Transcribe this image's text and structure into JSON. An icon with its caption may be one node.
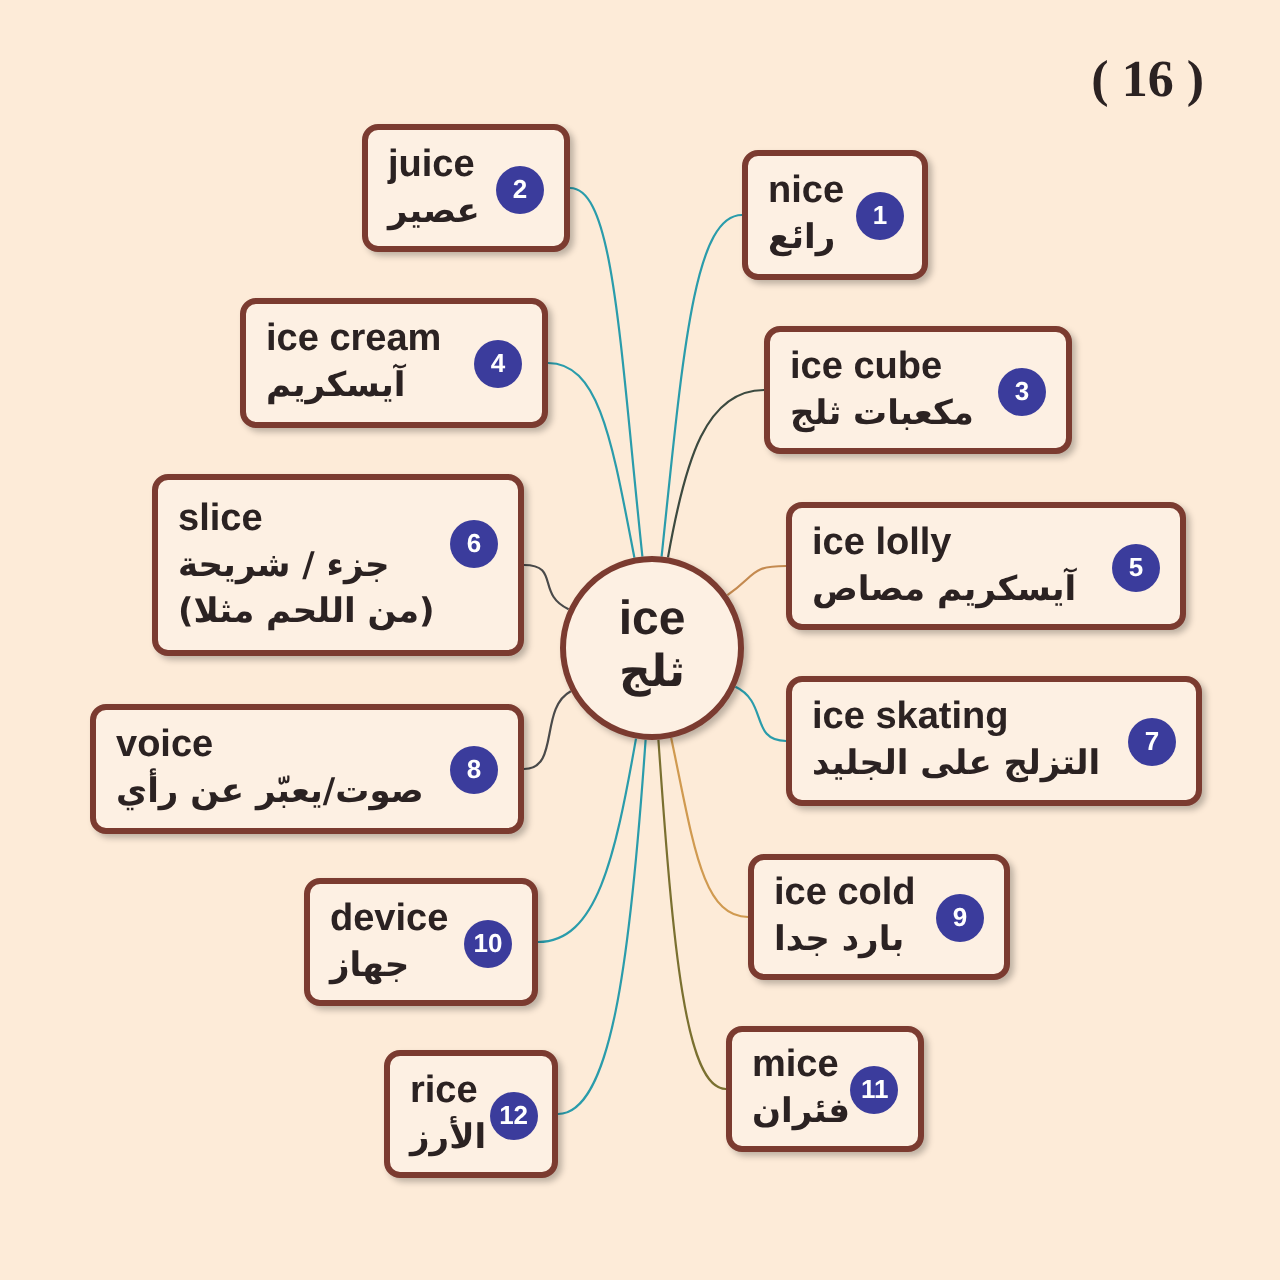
{
  "diagram": {
    "nodes": [
      {
        "text": [
          "ice",
          "ثلج"
        ]
      },
      {
        "text": [
          "nice",
          "1",
          "رائع"
        ]
      },
      {
        "text": [
          "juice",
          "2",
          "عصير"
        ]
      },
      {
        "text": [
          "ice cube",
          "3",
          "مكعبات ثلج"
        ]
      },
      {
        "text": [
          "ice cream",
          "4",
          "آيسكريم"
        ]
      },
      {
        "text": [
          "ice lolly",
          "5",
          "آيسكريم مصاص"
        ]
      },
      {
        "text": [
          "slice",
          "6",
          "جزء / شريحة",
          "(من اللحم مثلا)"
        ]
      },
      {
        "text": [
          "ice skating",
          "7",
          "التزلج على الجليد"
        ]
      },
      {
        "text": [
          "voice",
          "8",
          "صوت/يعبّر عن رأي"
        ]
      },
      {
        "text": [
          "ice cold",
          "9",
          "بارد جدا"
        ]
      },
      {
        "text": [
          "device",
          "10",
          "جهاز"
        ]
      },
      {
        "text": [
          "mice",
          "11",
          "فئران"
        ]
      },
      {
        "text": [
          "rice",
          "12",
          "الأرز"
        ]
      }
    ],
    "edges": [
      {
        "from": 0,
        "to": 1,
        "arrow": "none"
      },
      {
        "from": 0,
        "to": 2,
        "arrow": "none"
      },
      {
        "from": 0,
        "to": 3,
        "arrow": "none",
        "color": "#3c4a40"
      },
      {
        "from": 0,
        "to": 4,
        "arrow": "none"
      },
      {
        "from": 0,
        "to": 5,
        "arrow": "none",
        "color": "#c48a50"
      },
      {
        "from": 0,
        "to": 6,
        "arrow": "none",
        "color": "#4a4a4a"
      },
      {
        "from": 0,
        "to": 7,
        "arrow": "none"
      },
      {
        "from": 0,
        "to": 8,
        "arrow": "none",
        "color": "#4a4a4a"
      },
      {
        "from": 0,
        "to": 9,
        "arrow": "none",
        "color": "#d09a50"
      },
      {
        "from": 0,
        "to": 10,
        "arrow": "none"
      },
      {
        "from": 0,
        "to": 11,
        "arrow": "none",
        "color": "#7a7030"
      },
      {
        "from": 0,
        "to": 12,
        "arrow": "none"
      }
    ],
    "labels": [
      "( 16 )"
    ]
  }
}
